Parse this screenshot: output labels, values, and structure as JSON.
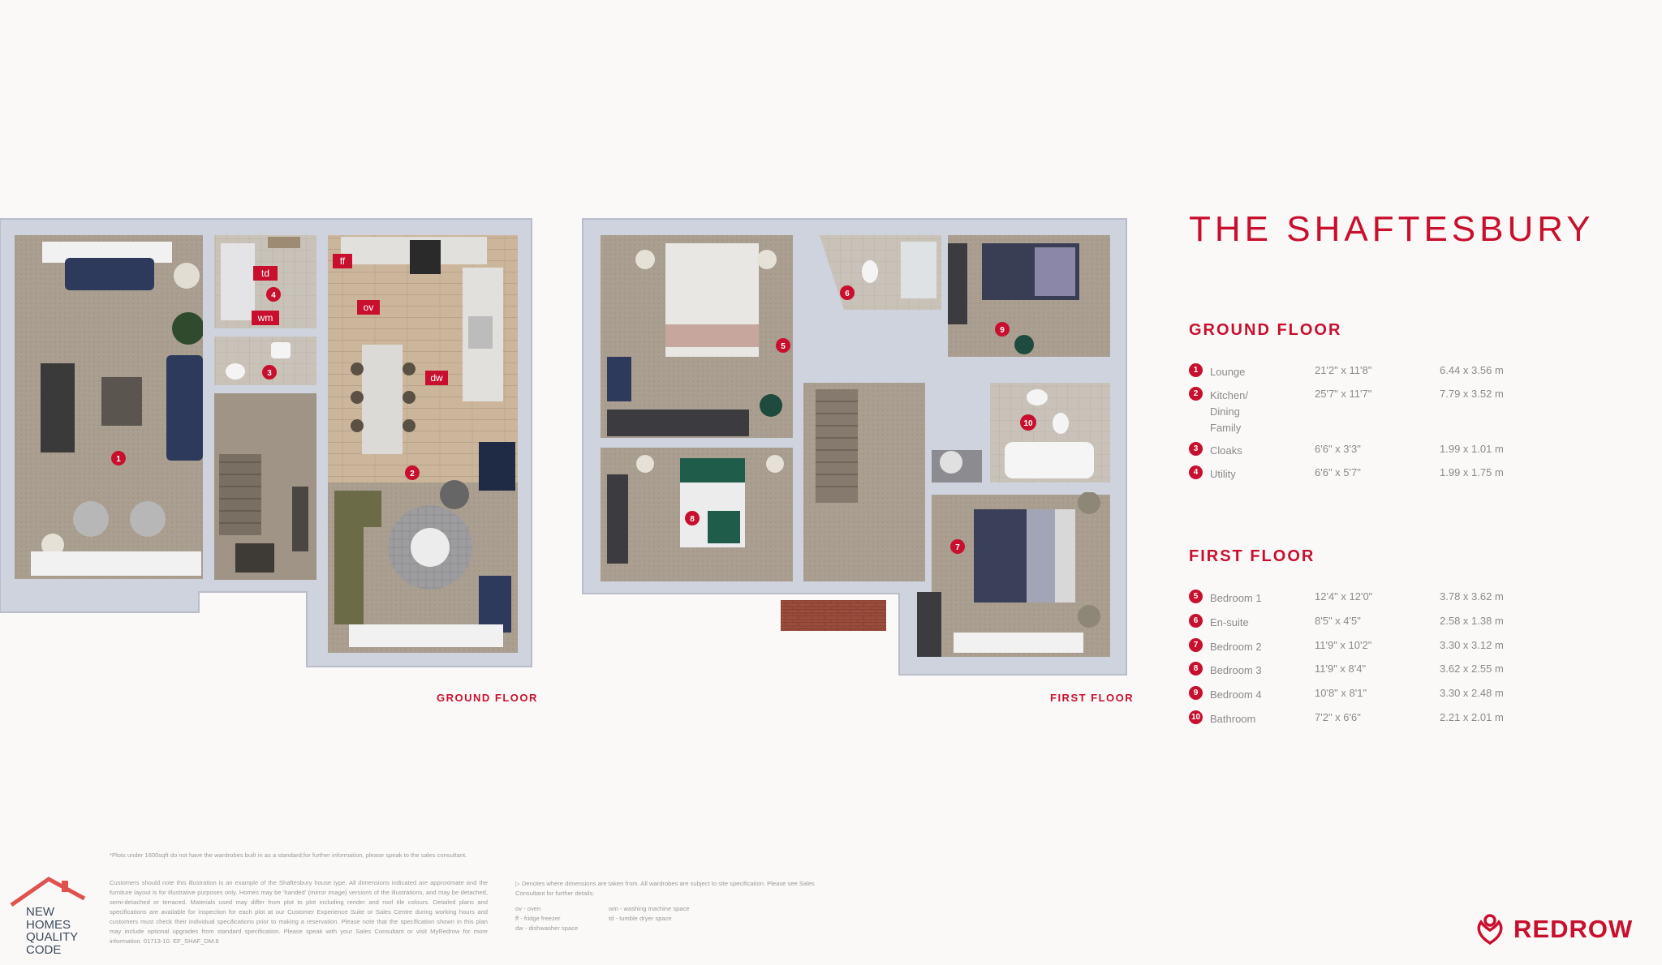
{
  "title": "THE SHAFTESBURY",
  "ground_floor": {
    "heading": "GROUND FLOOR",
    "plan_label": "GROUND FLOOR",
    "rooms": [
      {
        "num": "1",
        "name": "Lounge",
        "imperial": "21'2\" x 11'8\"",
        "metric": "6.44 x 3.56 m"
      },
      {
        "num": "2",
        "name": "Kitchen/ Dining Family",
        "imperial": "25'7\" x 11'7\"",
        "metric": "7.79 x 3.52 m"
      },
      {
        "num": "3",
        "name": "Cloaks",
        "imperial": "6'6\" x 3'3\"",
        "metric": "1.99 x 1.01 m"
      },
      {
        "num": "4",
        "name": "Utility",
        "imperial": "6'6\" x 5'7\"",
        "metric": "1.99 x 1.75 m"
      }
    ]
  },
  "first_floor": {
    "heading": "FIRST FLOOR",
    "plan_label": "FIRST FLOOR",
    "rooms": [
      {
        "num": "5",
        "name": "Bedroom 1",
        "imperial": "12'4\" x 12'0\"",
        "metric": "3.78 x 3.62 m"
      },
      {
        "num": "6",
        "name": "En-suite",
        "imperial": "8'5\" x 4'5\"",
        "metric": "2.58 x 1.38 m"
      },
      {
        "num": "7",
        "name": "Bedroom 2",
        "imperial": "11'9\" x 10'2\"",
        "metric": "3.30 x 3.12 m"
      },
      {
        "num": "8",
        "name": "Bedroom 3",
        "imperial": "11'9\" x 8'4\"",
        "metric": "3.62 x 2.55 m"
      },
      {
        "num": "9",
        "name": "Bedroom 4",
        "imperial": "10'8\" x 8'1\"",
        "metric": "3.30 x 2.48 m"
      },
      {
        "num": "10",
        "name": "Bathroom",
        "imperial": "7'2\" x 6'6\"",
        "metric": "2.21 x 2.01 m"
      }
    ]
  },
  "appliance_tags": {
    "td": "td",
    "wm": "wm",
    "ff": "ff",
    "ov": "ov",
    "dw": "dw"
  },
  "footnote_plots": "*Plots under 1600sqft do not have the wardrobes built in as a standard;for further information, please speak to the sales consultant.",
  "disclaimer": "Customers should note this illustration is an example of the Shaftesbury house type. All dimensions indicated are approximate and the furniture layout is for illustrative purposes only. Homes may be 'handed' (mirror image) versions of the illustrations, and may be detached, semi-detached or terraced. Materials used may differ from plot to plot including render and roof tile colours. Detailed plans and specifications are available for inspection for each plot at our Customer Experience Suite or Sales Centre during working hours and customers must check their individual specifications prior to making a reservation. Please note that the specification shown in this plan may include optional upgrades from standard specification. Please speak with your Sales Consultant or visit MyRedrow for more information. 01713-10. EF_SHAF_DM.8",
  "dimension_note": "Denotes where dimensions are taken from. All wardrobes are subject to site specification. Please see Sales Consultant for further details.",
  "key": {
    "ov": "ov - oven",
    "ff": "ff - fridge freezer",
    "dw": "dw - dishwasher space",
    "wm": "wm - washing machine space",
    "td": "td - tumble dryer space"
  },
  "nhqc": {
    "line1": "NEW",
    "line2": "HOMES",
    "line3": "QUALITY",
    "line4": "CODE"
  },
  "brand": "REDROW",
  "colors": {
    "accent": "#c8102e",
    "wall": "#cfd3de",
    "carpet": "#a89d8d",
    "wood": "#c8b49c"
  }
}
